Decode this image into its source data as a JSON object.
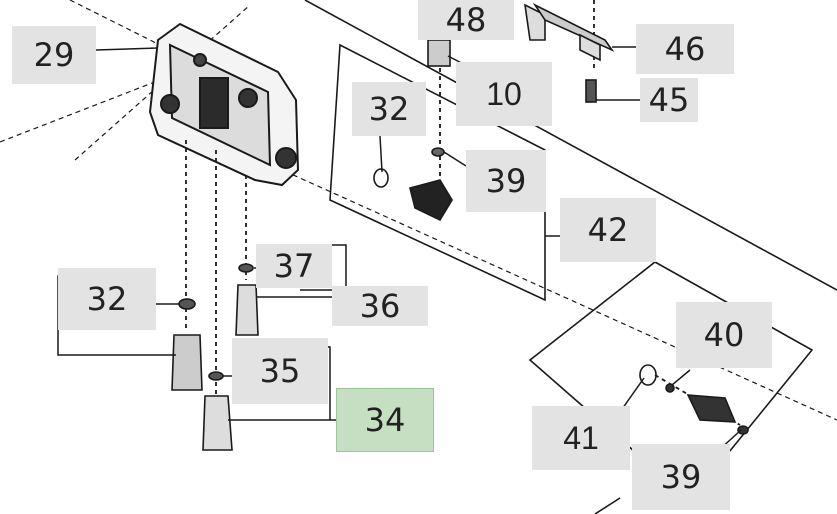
{
  "diagram": {
    "highlight_color": "#c6dfc3",
    "callout_color": "#e3e3e3",
    "callouts": {
      "c29": "29",
      "c48": "48",
      "c46": "46",
      "c10": "10",
      "c45": "45",
      "c32a": "32",
      "c39a": "39",
      "c42": "42",
      "c37": "37",
      "c32b": "32",
      "c36": "36",
      "c35": "35",
      "c34": "34",
      "c40": "40",
      "c41": "41",
      "c39b": "39"
    },
    "selected_part": "34"
  }
}
